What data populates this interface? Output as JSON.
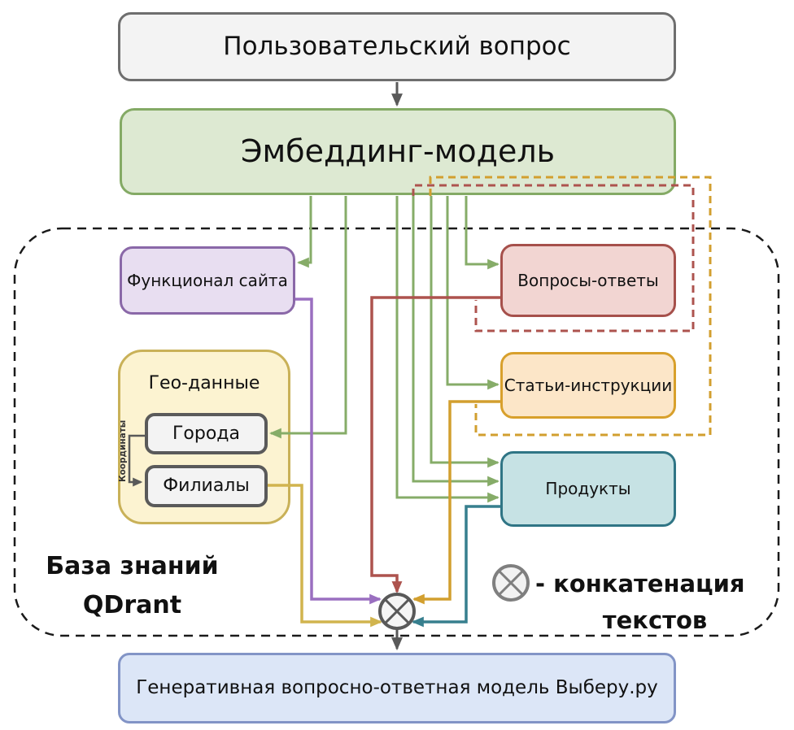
{
  "diagram": {
    "nodes": {
      "user_question": {
        "label": "Пользовательский вопрос",
        "fill": "#f3f3f3",
        "border": "#6e6e6e"
      },
      "embedding_model": {
        "label": "Эмбеддинг-модель",
        "fill": "#dde9d2",
        "border": "#84aa65"
      },
      "site_functionality": {
        "label": "Функционал сайта",
        "fill": "#e8def1",
        "border": "#8a68a8"
      },
      "qa_pairs": {
        "label": "Вопросы-ответы",
        "fill": "#f2d5d2",
        "border": "#a6504b"
      },
      "geo_data": {
        "label": "Гео-данные",
        "fill": "#fcf3d1",
        "border": "#c9b158"
      },
      "cities": {
        "label": "Города",
        "fill": "#f3f3f3",
        "border": "#5a5a5a"
      },
      "branches": {
        "label": "Филиалы",
        "fill": "#f3f3f3",
        "border": "#5a5a5a"
      },
      "coordinates": {
        "label": "Координаты"
      },
      "articles": {
        "label": "Статьи-инструкции",
        "fill": "#fce6c8",
        "border": "#d8a02c"
      },
      "products": {
        "label": "Продукты",
        "fill": "#c6e2e4",
        "border": "#2f7585"
      },
      "generative_model": {
        "label": "Генеративная вопросно-ответная модель Выберу.ру",
        "fill": "#dce6f7",
        "border": "#8294c6"
      }
    },
    "knowledge_base": {
      "line1": "База знаний",
      "line2": "QDrant"
    },
    "legend": {
      "line1": "- конкатенация",
      "line2": "текстов",
      "symbol": "concat-operator"
    },
    "colors": {
      "green": "#86ac68",
      "purple": "#9a6fc0",
      "red": "#ad534e",
      "gold": "#d29f2f",
      "yellow": "#d1b44e",
      "teal": "#377f8e",
      "gray": "#595959",
      "container_dash": "#1a1a1a"
    },
    "edges": [
      {
        "from": "user_question",
        "to": "embedding_model",
        "color": "gray",
        "style": "solid"
      },
      {
        "from": "embedding_model",
        "to": "site_functionality",
        "color": "green",
        "style": "solid"
      },
      {
        "from": "embedding_model",
        "to": "cities",
        "color": "green",
        "style": "solid"
      },
      {
        "from": "embedding_model",
        "to": "qa_pairs",
        "color": "green",
        "style": "solid"
      },
      {
        "from": "embedding_model",
        "to": "articles",
        "color": "green",
        "style": "solid"
      },
      {
        "from": "embedding_model",
        "to": "products",
        "color": "green",
        "style": "solid",
        "count": 3
      },
      {
        "from": "cities",
        "to": "branches",
        "color": "gray",
        "style": "solid",
        "label": "Координаты"
      },
      {
        "from": "site_functionality",
        "to": "concat",
        "color": "purple",
        "style": "solid"
      },
      {
        "from": "qa_pairs",
        "to": "concat",
        "color": "red",
        "style": "solid"
      },
      {
        "from": "branches",
        "to": "concat",
        "color": "yellow",
        "style": "solid"
      },
      {
        "from": "articles",
        "to": "concat",
        "color": "gold",
        "style": "solid"
      },
      {
        "from": "products",
        "to": "concat",
        "color": "teal",
        "style": "solid"
      },
      {
        "from": "concat",
        "to": "generative_model",
        "color": "gray",
        "style": "solid"
      },
      {
        "from": "qa_pairs",
        "to": "embedding_model",
        "color": "red",
        "style": "dashed"
      },
      {
        "from": "articles",
        "to": "embedding_model",
        "color": "gold",
        "style": "dashed"
      }
    ]
  }
}
